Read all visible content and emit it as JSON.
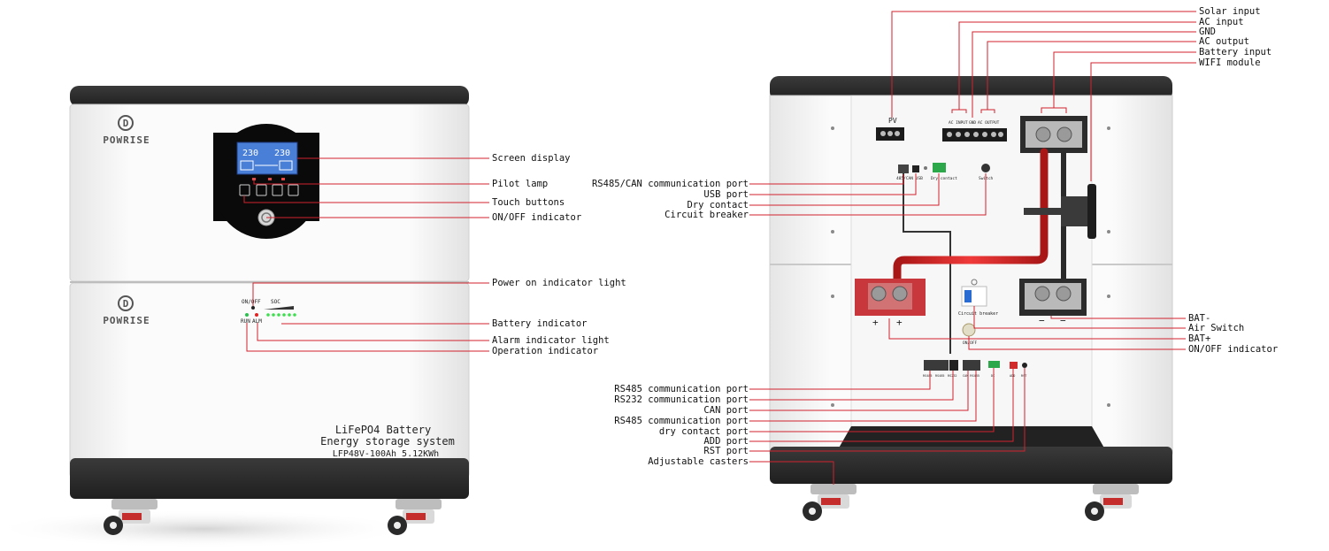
{
  "colors": {
    "leader": "#d0222c",
    "cap": "#2f2f2f",
    "body": "#eeeeee",
    "inverter_panel": "#0a0a0a",
    "lcd": "#4a7fd8",
    "cable_red": "#d62424",
    "terminal_red": "#c8373b"
  },
  "front": {
    "brand_top": "POWRISE",
    "brand_bottom": "POWRISE",
    "product_line1": "LiFePO4 Battery",
    "product_line2": "Energy storage system",
    "product_line3": "LFP48V-100Ah 5.12KWh",
    "lcd_left": "230",
    "lcd_right": "230",
    "onoff": "ON/OFF",
    "soc": "SOC",
    "run": "RUN",
    "alm": "ALM",
    "labels": {
      "screen_display": "Screen display",
      "pilot_lamp": "Pilot lamp",
      "touch_buttons": "Touch buttons",
      "onoff_indicator": "ON/OFF indicator",
      "power_on_light": "Power on indicator light",
      "battery_indicator": "Battery indicator",
      "alarm_light": "Alarm indicator light",
      "operation_indicator": "Operation indicator"
    }
  },
  "back": {
    "labels": {
      "solar_input": "Solar input",
      "ac_input": "AC input",
      "gnd": "GND",
      "ac_output": "AC output",
      "battery_input": "Battery input",
      "wifi_module": "WIFI module",
      "rs485_can": "RS485/CAN communication port",
      "usb_port": "USB port",
      "dry_contact": "Dry contact",
      "circuit_breaker": "Circuit breaker",
      "bat_minus": "BAT-",
      "air_switch": "Air Switch",
      "bat_plus": "BAT+",
      "onoff_indicator": "ON/OFF indicator",
      "rs485_port_1": "RS485 communication port",
      "rs232_port": "RS232 communication port",
      "can_port": "CAN port",
      "rs485_port_2": "RS485 communication port",
      "dry_contact_port": "dry contact port",
      "add_port": "ADD port",
      "rst_port": "RST port",
      "casters": "Adjustable casters"
    },
    "silk": {
      "pv": "PV",
      "ac_input": "AC INPUT",
      "gnd": "GND",
      "ac_output": "AC OUTPUT",
      "comm_row": "485/CAN  USB",
      "dry_contact": "Dry contact",
      "switch": "Switch",
      "circuit_breaker": "Circuit breaker",
      "onoff": "ON/OFF",
      "plus": "+",
      "minus": "−",
      "rs485a": "RS485",
      "rs485b": "RS485",
      "rs232": "RS232",
      "can": "CAN RS485",
      "dc": "DC",
      "add": "ADD",
      "rst": "RST"
    }
  }
}
